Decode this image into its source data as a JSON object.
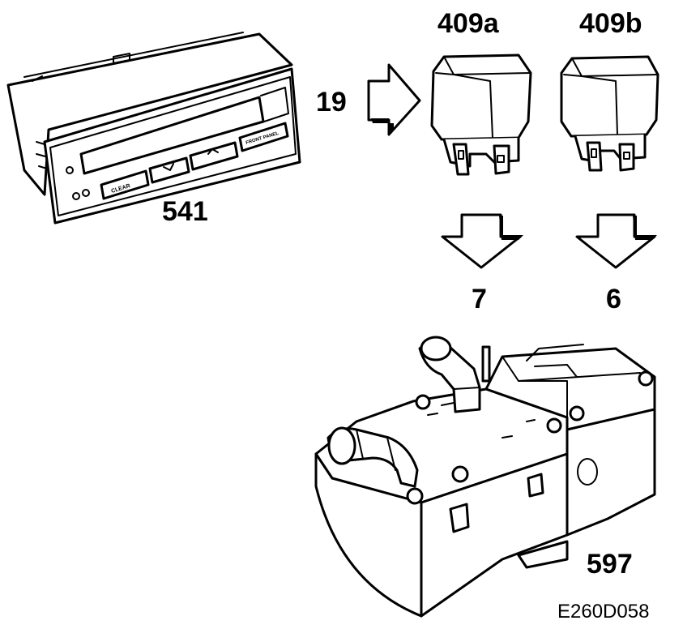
{
  "labels": {
    "control_panel": "541",
    "relay_a": "409a",
    "relay_b": "409b",
    "arrow_in": "19",
    "arrow_a": "7",
    "arrow_b": "6",
    "heater": "597",
    "figure_ref": "E260D058"
  },
  "panel_buttons": {
    "clear": "CLEAR",
    "front_panel": "FRONT PANEL"
  }
}
